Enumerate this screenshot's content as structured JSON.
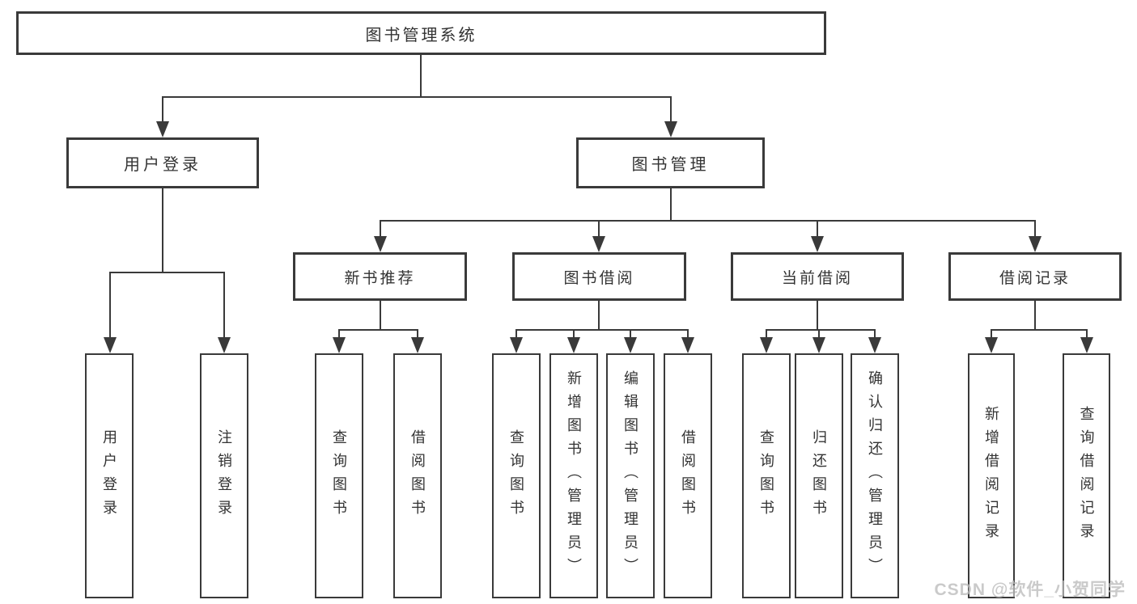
{
  "d": {
    "root": "图书管理系统",
    "children": [
      {
        "label": "用户登录",
        "children": [
          "用户登录",
          "注销登录"
        ]
      },
      {
        "label": "图书管理",
        "children": [
          {
            "label": "新书推荐",
            "children": [
              "查询图书",
              "借阅图书"
            ]
          },
          {
            "label": "图书借阅",
            "children": [
              "查询图书",
              "新增图书（管理员）",
              "编辑图书（管理员）",
              "借阅图书"
            ]
          },
          {
            "label": "当前借阅",
            "children": [
              "查询图书",
              "归还图书",
              "确认归还（管理员）"
            ]
          },
          {
            "label": "借阅记录",
            "children": [
              "新增借阅记录",
              "查询借阅记录"
            ]
          }
        ]
      }
    ]
  },
  "watermark": {
    "text": "CSDN @软件_小贺同学"
  },
  "colors": {
    "line": "#3a3a3a",
    "text": "#333333",
    "watermark": "#bdbdbd",
    "background": "#ffffff"
  }
}
